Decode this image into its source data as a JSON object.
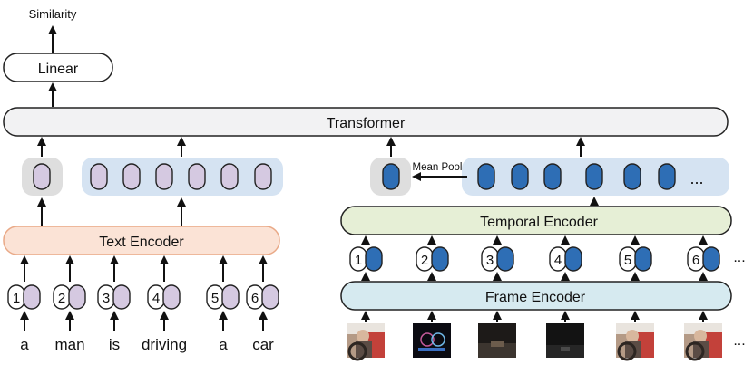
{
  "labels": {
    "similarity": "Similarity",
    "linear": "Linear",
    "transformer": "Transformer",
    "text_encoder": "Text Encoder",
    "temporal_encoder": "Temporal Encoder",
    "frame_encoder": "Frame Encoder",
    "mean_pool": "Mean Pool",
    "ellipsis": "..."
  },
  "words": [
    "a",
    "man",
    "is",
    "driving",
    "a",
    "car"
  ],
  "token_indices": [
    "1",
    "2",
    "3",
    "4",
    "5",
    "6"
  ],
  "frame_indices": [
    "1",
    "2",
    "3",
    "4",
    "5",
    "6"
  ],
  "frame_thumbnails": [
    "driver-frame-icon",
    "dashboard-frame-icon",
    "night-road-frame-icon",
    "dark-road-frame-icon",
    "driver-frame-icon",
    "driver-frame-icon"
  ],
  "colors": {
    "linear_fill": "#ffffff",
    "transformer_fill": "#f2f2f3",
    "text_encoder_fill": "#fbe3d6",
    "text_encoder_stroke": "#e9a987",
    "temporal_encoder_fill": "#e6efd6",
    "frame_encoder_fill": "#d6eaf0",
    "text_token": "#d5c9e1",
    "video_token": "#2e6eb5",
    "video_token_band": "#d5e3f2",
    "cls_band": "#dedede"
  }
}
